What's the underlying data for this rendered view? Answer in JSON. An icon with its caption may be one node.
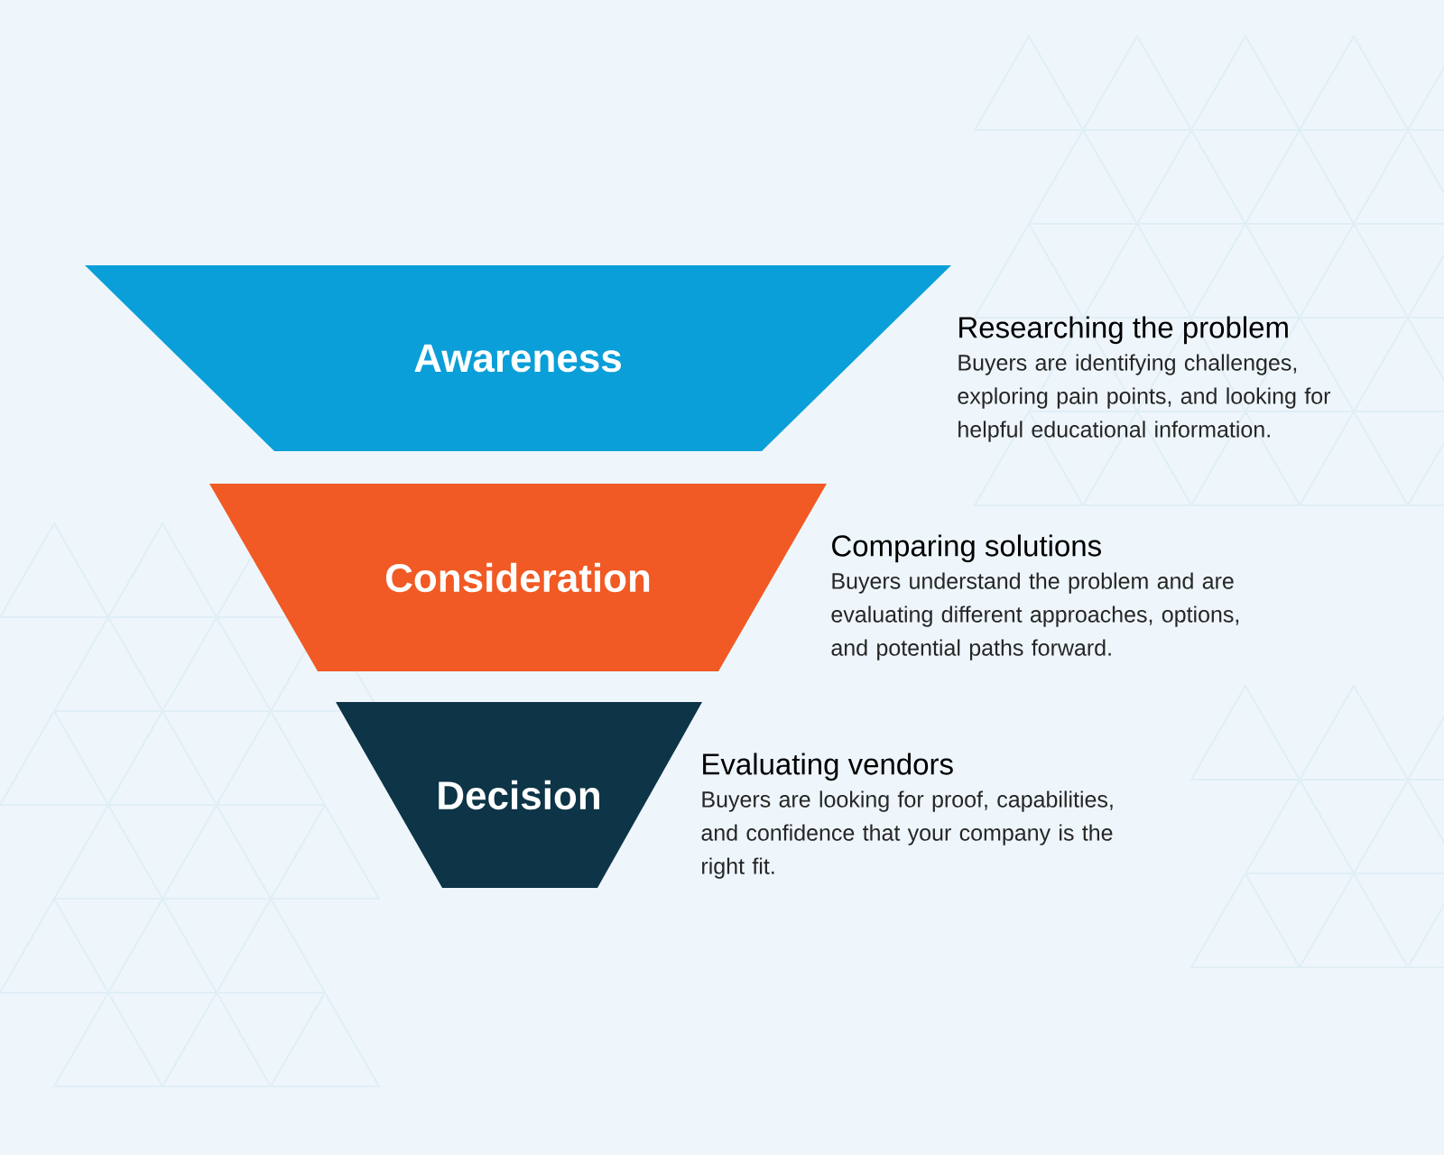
{
  "diagram": {
    "nodes": [
      {
        "text": [
          "Awareness"
        ],
        "beside": [
          "Researching the problem",
          "Buyers are identifying challenges, exploring pain points, and looking for helpful educational information."
        ]
      },
      {
        "text": [
          "Consideration"
        ],
        "beside": [
          "Comparing solutions",
          "Buyers understand the problem and are evaluating different approaches, options, and potential paths forward."
        ]
      },
      {
        "text": [
          "Decision"
        ],
        "beside": [
          "Evaluating vendors",
          "Buyers are looking for proof, capabilities, and confidence that your company is the right fit."
        ]
      }
    ]
  }
}
